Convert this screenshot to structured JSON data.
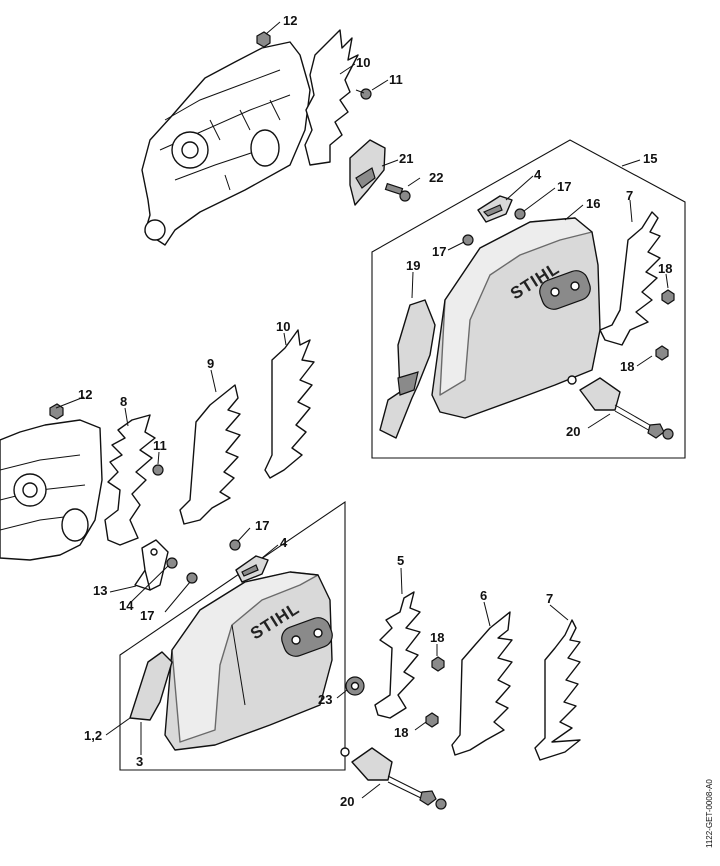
{
  "diagram": {
    "brand_upper": "STIHL",
    "brand_lower": "STIHL",
    "doc_ref": "1122-GET-0008-A0",
    "callouts": {
      "c12a": "12",
      "c10a": "10",
      "c11a": "11",
      "c21": "21",
      "c22": "22",
      "c15": "15",
      "c4a": "4",
      "c17a": "17",
      "c16": "16",
      "c7a": "7",
      "c17b": "17",
      "c19": "19",
      "c18a": "18",
      "c18b": "18",
      "c20a": "20",
      "c10b": "10",
      "c9": "9",
      "c12b": "12",
      "c8": "8",
      "c11b": "11",
      "c17c": "17",
      "c4b": "4",
      "c13": "13",
      "c14": "14",
      "c17d": "17",
      "c5": "5",
      "c6": "6",
      "c7b": "7",
      "c18c": "18",
      "c23": "23",
      "c1_2": "1,2",
      "c18d": "18",
      "c3": "3",
      "c20b": "20"
    }
  }
}
